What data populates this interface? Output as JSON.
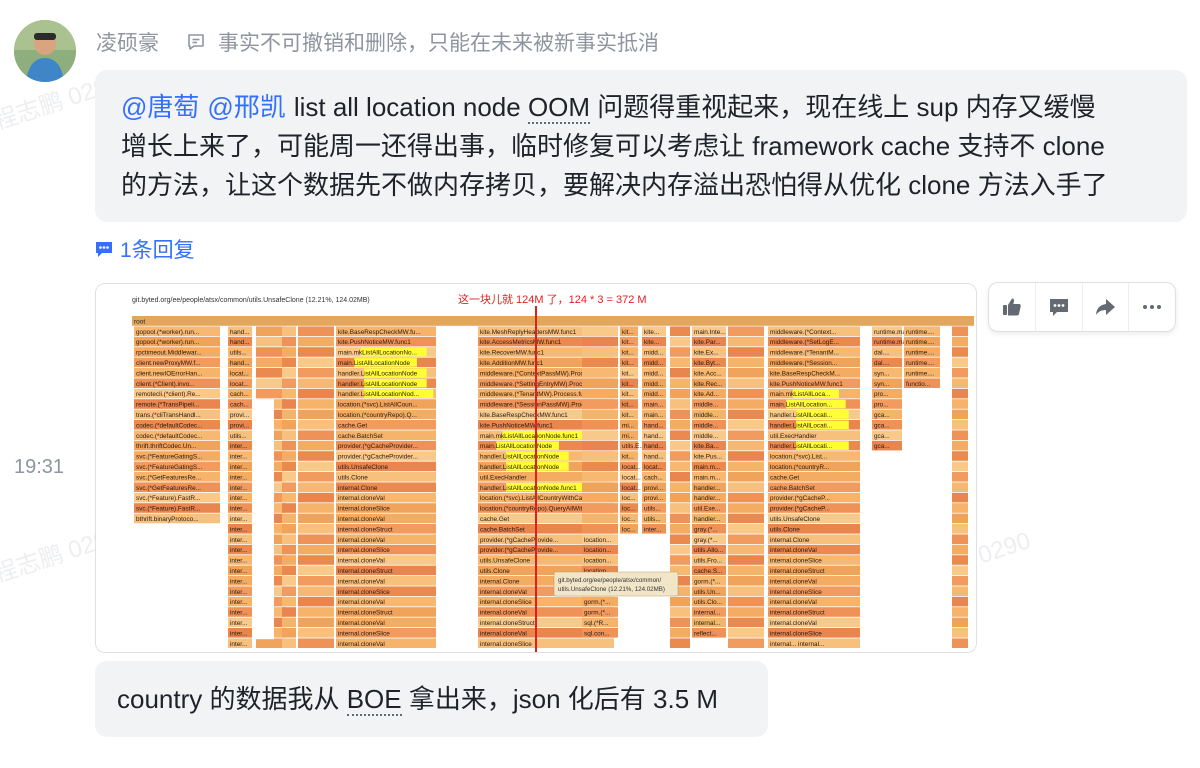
{
  "sender": {
    "name": "凌硕豪"
  },
  "notice": {
    "text": "事实不可撤销和删除，只能在未来被新事实抵消",
    "icon": "message-notice-icon"
  },
  "timestamp": "19:31",
  "watermark": "程志鹏 0290",
  "message1": {
    "mention1": "@唐萄",
    "mention2": "@邢凯",
    "line1_a": "list all location node ",
    "line1_oom": "OOM",
    "line1_b": " 问题得重视起来，现在线上 sup 内存又缓慢",
    "line2": "增长上来了，可能周一还得出事，临时修复可以考虑让 framework cache 支持不 clone",
    "line3": "的方法，让这个数据先不做内存拷贝，要解决内存溢出恐怕得从优化 clone 方法入手了"
  },
  "reply": {
    "label": "1条回复",
    "icon": "reply-thread-icon"
  },
  "flamegraph": {
    "header": "git.byted.org/ee/people/atsx/common/utils.UnsafeClone (12.21%, 124.02MB)",
    "annotation": "这一块儿就 124M 了，124 * 3 = 372 M",
    "root": "root",
    "tooltip_line1": "git.byted.org/ee/people/atsx/common/",
    "tooltip_line2": "utils.UnsafeClone (12.21%, 124.02MB)",
    "col1": [
      "gopool.(*worker).run...",
      "gopool.(*worker).run...",
      "rpctimeout.Middlewar...",
      "client.newProxyMW.f...",
      "client.newIOErrorHan...",
      "client.(*Client).invo...",
      "remotecli.(*client).Re...",
      "remote.(*TransPipeli...",
      "trans.(*cliTransHandl...",
      "codec.(*defaultCodec...",
      "codec.(*defaultCodec...",
      "thrift.thriftCodec.Un...",
      "svc.(*FeatureGatingS...",
      "svc.(*FeatureGatingS...",
      "svc.(*GetFeaturesRe...",
      "svc.(*GetFeaturesRe...",
      "svc.(*Feature).FastR...",
      "svc.(*Feature).FastR...",
      "bthrift.binaryProtoco..."
    ],
    "col2": [
      "hand...",
      "hand...",
      "utils...",
      "hand...",
      "locat...",
      "locat...",
      "cach...",
      "cach...",
      "provi...",
      "provi...",
      "utils...",
      "inter...",
      "inter...",
      "inter...",
      "inter...",
      "inter...",
      "inter...",
      "inter...",
      "inter...",
      "inter...",
      "inter...",
      "inter...",
      "inter...",
      "inter...",
      "inter...",
      "inter...",
      "inter...",
      "inter...",
      "inter...",
      "inter...",
      "inter..."
    ],
    "col3": [
      "kite.BaseRespCheckMW.fu...",
      "kite.PushNoticeMW.func1",
      "main.mk|ListAllLocationNo...",
      "main.|ListAllLocationNode",
      "handler.|ListAllLocationNode",
      "handler.|ListAllLocationNode",
      "handler.|ListAllLocationNod...",
      "location.(*svc).ListAllCoun...",
      "location.(*countryRepo).Q...",
      "cache.Get",
      "cache.BatchSet",
      "provider.(*gCacheProvider...",
      "provider.(*gCacheProvider...",
      "utils.UnsafeClone",
      "utils.Clone",
      "internal.Clone",
      "internal.cloneVal",
      "internal.cloneSlice",
      "internal.cloneVal",
      "internal.cloneStruct",
      "internal.cloneVal",
      "internal.cloneSlice",
      "internal.cloneVal",
      "internal.cloneStruct",
      "internal.cloneVal",
      "internal.cloneSlice",
      "internal.cloneVal",
      "internal.cloneStruct",
      "internal.cloneVal",
      "internal.cloneSlice",
      "internal.cloneVal",
      "internal.cloneVal",
      "internal.cloneVal"
    ],
    "col4": [
      "kite.MeshReplyHeadersMW.func1",
      "kite.AccessMetricsMW.func1",
      "kite.RecoverMW.func1",
      "kite.AdditionMW.func1",
      "middleware.(*ContextPassMW).Process...",
      "middleware.(*SettingEntryMW).Process...",
      "middleware.(*TenantMW).Process.func1",
      "middleware.(*SessionPassMW).Process...",
      "kite.BaseRespCheckMW.func1",
      "kite.PushNoticeMW.func1",
      "main.mk|ListAllLocationNode.func1",
      "main.|ListAllLocationNode",
      "handler.|ListAllLocationNode",
      "handler.|ListAllLocationNode",
      "util.ExecHandler",
      "handler.|ListAllLocationNode.func1",
      "location.(*svc).ListAllCountryWithCa...",
      "location.(*countryRepo).QueryAllWit...",
      "cache.Get",
      "cache.BatchSet",
      "provider.(*gCacheProvide...",
      "provider.(*gCacheProvide...",
      "utils.UnsafeClone",
      "utils.Clone",
      "internal.Clone",
      "internal.cloneVal",
      "internal.cloneSlice",
      "internal.cloneVal",
      "internal.cloneStruct",
      "internal.cloneVal",
      "internal.cloneSlice",
      "internal.cloneVal"
    ],
    "col4b": [
      "",
      "",
      "",
      "",
      "",
      "",
      "",
      "",
      "",
      "",
      "",
      "",
      "",
      "",
      "",
      "",
      "",
      "",
      "",
      "",
      "location...",
      "location...",
      "location...",
      "location...",
      "",
      "gorm.(*...",
      "gorm.(*...",
      "gorm.(*...",
      "sql.(*R...",
      "sql.con..."
    ],
    "col5": [
      "kit...",
      "kit...",
      "kit...",
      "kit...",
      "kit...",
      "kit...",
      "kit...",
      "kit...",
      "kit...",
      "mi...",
      "mi...",
      "utils.E...",
      "kit...",
      "locat...",
      "locat...",
      "locat...",
      "loc...",
      "loc...",
      "loc...",
      "loc..."
    ],
    "col6": [
      "kite...",
      "kite...",
      "midd...",
      "midd...",
      "midd...",
      "midd...",
      "midd...",
      "main...",
      "main...",
      "hand...",
      "hand...",
      "hand...",
      "hand...",
      "locat...",
      "cach...",
      "provi...",
      "provi...",
      "utils...",
      "utils...",
      "inter..."
    ],
    "col7": [
      "main.Inte...",
      "kite.Par...",
      "kite.Ex...",
      "kite.Byt...",
      "kite.Acc...",
      "kite.Rec...",
      "kite.Ad...",
      "middle...",
      "middle...",
      "middle...",
      "middle...",
      "kite.Ba...",
      "kite.Pus...",
      "main.m...",
      "main.m...",
      "handler...",
      "handler...",
      "util.Exe...",
      "handler...",
      "gray.(*...",
      "gray.(*...",
      "utils.Allo...",
      "utils.Fro...",
      "cache.S...",
      "gorm.(*...",
      "utils.Un...",
      "utils.Clo...",
      "internal...",
      "internal...",
      "reflect..."
    ],
    "col8": [
      "middleware.(*Context...",
      "middleware.(*SetLogE...",
      "middleware.(*TenantM...",
      "middleware.(*Session...",
      "kite.BaseRespCheckM...",
      "kite.PushNoticeMW.func1",
      "main.mk|ListAllLoca...",
      "main.|ListAllLocation...",
      "handler.|ListAllLocati...",
      "handler.|ListAllLocati...",
      "util.ExecHandler",
      "handler.|ListAllLocati...",
      "location.(*svc).List...",
      "location.(*countryR...",
      "cache.Get",
      "cache.BatchSet",
      "provider.(*gCacheP...",
      "provider.(*gCacheP...",
      "utils.UnsafeClone",
      "utils.Clone",
      "internal.Clone",
      "internal.cloneVal",
      "internal.cloneSlice",
      "internal.cloneStruct",
      "internal.cloneVal",
      "internal.cloneSlice",
      "internal.cloneVal",
      "internal.cloneStruct",
      "internal.cloneVal",
      "internal.cloneSlice",
      "internal... internal..."
    ],
    "col9": [
      "runtime.main",
      "runtime.main",
      "dal....",
      "dal....",
      "syn...",
      "syn...",
      "pro...",
      "pro...",
      "gca...",
      "gca...",
      "gca...",
      "gca..."
    ],
    "col10": [
      "runtime....",
      "runtime....",
      "runtime....",
      "runtime....",
      "runtime....",
      "functio..."
    ]
  },
  "toolbar": {
    "like_icon": "thumbs-up-icon",
    "reply_icon": "reply-icon",
    "forward_icon": "forward-icon",
    "more_icon": "more-icon"
  },
  "message2": {
    "text_a": "country 的数据我从 ",
    "text_boe": "BOE",
    "text_b": " 拿出来，json 化后有 3.5 M"
  }
}
